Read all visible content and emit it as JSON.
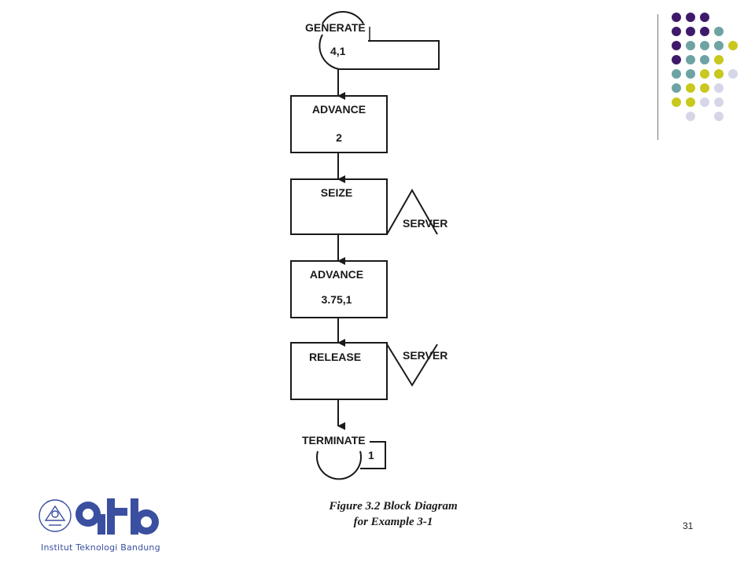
{
  "blocks": {
    "generate": {
      "label": "GENERATE",
      "operand": "4,1"
    },
    "advance1": {
      "label": "ADVANCE",
      "operand": "2"
    },
    "seize": {
      "label": "SEIZE",
      "facility": "SERVER"
    },
    "advance2": {
      "label": "ADVANCE",
      "operand": "3.75,1"
    },
    "release": {
      "label": "RELEASE",
      "facility": "SERVER"
    },
    "terminate": {
      "label": "TERMINATE",
      "operand": "1"
    }
  },
  "caption": {
    "line1": "Figure 3.2  Block Diagram",
    "line2": "for Example 3-1"
  },
  "page_number": "31",
  "logo": {
    "institution": "Institut Teknologi Bandung",
    "brand_color": "#3b4fa0"
  },
  "colors": {
    "purple": "#3f1a6b",
    "teal": "#6ea3a3",
    "olive": "#c8c81e",
    "lavender": "#d6d6e8",
    "ink": "#1a1a1a"
  },
  "dot_grid": [
    [
      "purple",
      "purple",
      "purple",
      null,
      null
    ],
    [
      "purple",
      "purple",
      "purple",
      "teal",
      null
    ],
    [
      "purple",
      "teal",
      "teal",
      "teal",
      "olive"
    ],
    [
      "purple",
      "teal",
      "teal",
      "olive",
      null
    ],
    [
      "teal",
      "teal",
      "olive",
      "olive",
      "lavender"
    ],
    [
      "teal",
      "olive",
      "olive",
      "lavender",
      null
    ],
    [
      "olive",
      "olive",
      "lavender",
      "lavender",
      null
    ],
    [
      null,
      "lavender",
      null,
      "lavender",
      null
    ]
  ]
}
